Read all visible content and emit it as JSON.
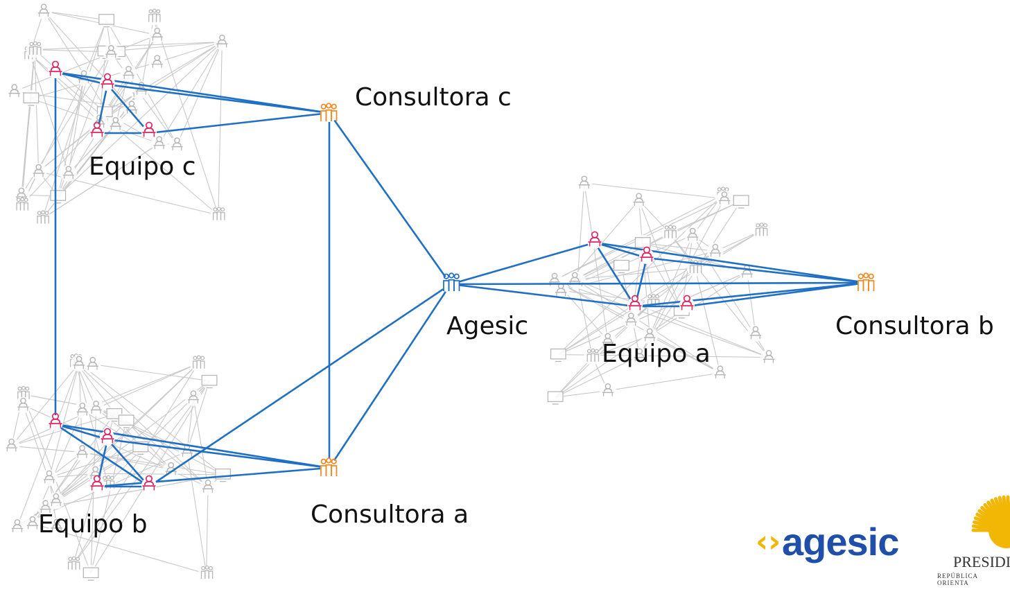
{
  "labels": {
    "consultora_c": "Consultora c",
    "equipo_c": "Equipo c",
    "agesic": "Agesic",
    "consultora_b": "Consultora b",
    "equipo_a": "Equipo a",
    "equipo_b": "Equipo b",
    "consultora_a": "Consultora a"
  },
  "logo": {
    "brand": "agesic",
    "chevrons": "‹›",
    "presidency": "PRESIDI",
    "presidency_sub": "REPÚBLICA ORIENTA"
  },
  "colors": {
    "link": "#1f6fc4",
    "background_net": "#c8c8c8",
    "person": "#e0245e",
    "consultora": "#f08a24",
    "agesic_node": "#1f6fc4",
    "logo_blue": "#1f4fa8",
    "logo_yellow": "#f2b705"
  },
  "icons": {
    "person": "person-at-desk-icon",
    "group": "people-group-icon"
  }
}
